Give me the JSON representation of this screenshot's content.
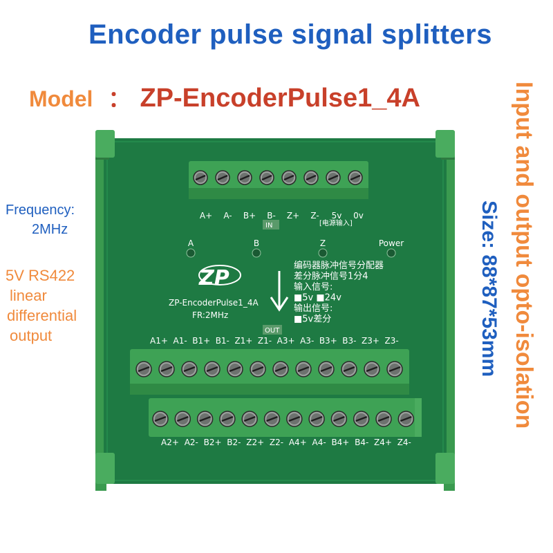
{
  "title": "Encoder pulse signal splitters",
  "model": {
    "label": "Model",
    "colon": "：",
    "value": "ZP-EncoderPulse1_4A"
  },
  "frequency": {
    "label": "Frequency:",
    "value": "2MHz"
  },
  "output_desc": [
    "5V RS422",
    "linear",
    "differential",
    "output"
  ],
  "vertical_isolation": "Input and output opto-isolation",
  "vertical_size": "Size: 88*87*53mm",
  "board": {
    "input_terminals": [
      "A+",
      "A-",
      "B+",
      "B-",
      "Z+",
      "Z-",
      "5v",
      "0v"
    ],
    "power_input_note": "[电源输入]",
    "in_label": "IN",
    "out_label": "OUT",
    "leds": [
      "A",
      "B",
      "Z",
      "Power"
    ],
    "brand": "ZP",
    "board_model": "ZP-EncoderPulse1_4A",
    "board_freq": "FR:2MHz",
    "info_lines": [
      "编码器脉冲信号分配器",
      "差分脉冲信号1分4",
      "输入信号:",
      "■5v  ■24v",
      "输出信号:",
      "■5v差分"
    ],
    "output_top_labels": [
      "A1+",
      "A1-",
      "B1+",
      "B1-",
      "Z1+",
      "Z1-",
      "A3+",
      "A3-",
      "B3+",
      "B3-",
      "Z3+",
      "Z3-"
    ],
    "output_bottom_labels": [
      "A2+",
      "A2-",
      "B2+",
      "B2-",
      "Z2+",
      "Z2-",
      "A4+",
      "A4-",
      "B4+",
      "B4-",
      "Z4+",
      "Z4-"
    ]
  }
}
